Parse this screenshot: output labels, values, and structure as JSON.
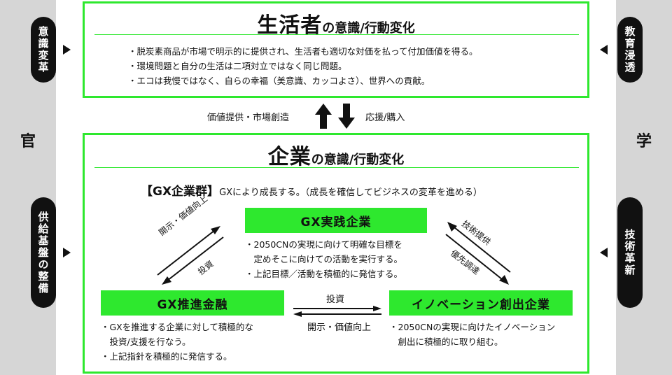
{
  "left_column": {
    "main_label": "官",
    "top_pill": "意識変革",
    "bottom_pill": "供給基盤の整備"
  },
  "right_column": {
    "main_label": "学",
    "top_pill": "教育浸透",
    "bottom_pill": "技術革新"
  },
  "consumer_box": {
    "title_main": "生活者",
    "title_sub": "の意識/行動変化",
    "bullets": [
      "・脱炭素商品が市場で明示的に提供され、生活者も適切な対価を払って付加価値を得る。",
      "・環境問題と自分の生活は二項対立ではなく同じ問題。",
      "・エコは我慢ではなく、自らの幸福（美意識、カッコよさ）、世界への貢献。"
    ]
  },
  "middle_flow": {
    "left_label": "価値提供・市場創造",
    "right_label": "応援/購入"
  },
  "company_box": {
    "title_main": "企業",
    "title_sub": "の意識/行動変化",
    "group_title": "【GX企業群】",
    "group_desc": "GXにより成長する。（成長を確信してビジネスの変革を進める）",
    "practice": {
      "label": "GX実践企業",
      "bullets": [
        "・2050CNの実現に向けて明確な目標を",
        "　定めそこに向けての活動を実行する。",
        "・上記目標／活動を積極的に発信する。"
      ]
    },
    "finance": {
      "label": "GX推進金融",
      "bullets": [
        "・GXを推進する企業に対して積極的な",
        "　投資/支援を行なう。",
        "・上記指針を積極的に発信する。"
      ]
    },
    "innovation": {
      "label": "イノベーション創出企業",
      "bullets": [
        "・2050CNの実現に向けたイノベーション",
        "　創出に積極的に取り組む。"
      ]
    },
    "arrow_left_top": "開示・価値向上",
    "arrow_left_bottom": "投資",
    "arrow_right_top": "技術提供",
    "arrow_right_bottom": "優先調達",
    "arrow_center_top": "投資",
    "arrow_center_bottom": "開示・価値向上"
  },
  "colors": {
    "accent_green": "#2ee82e",
    "side_gray": "#d6d6d6",
    "pill_black": "#111111"
  }
}
